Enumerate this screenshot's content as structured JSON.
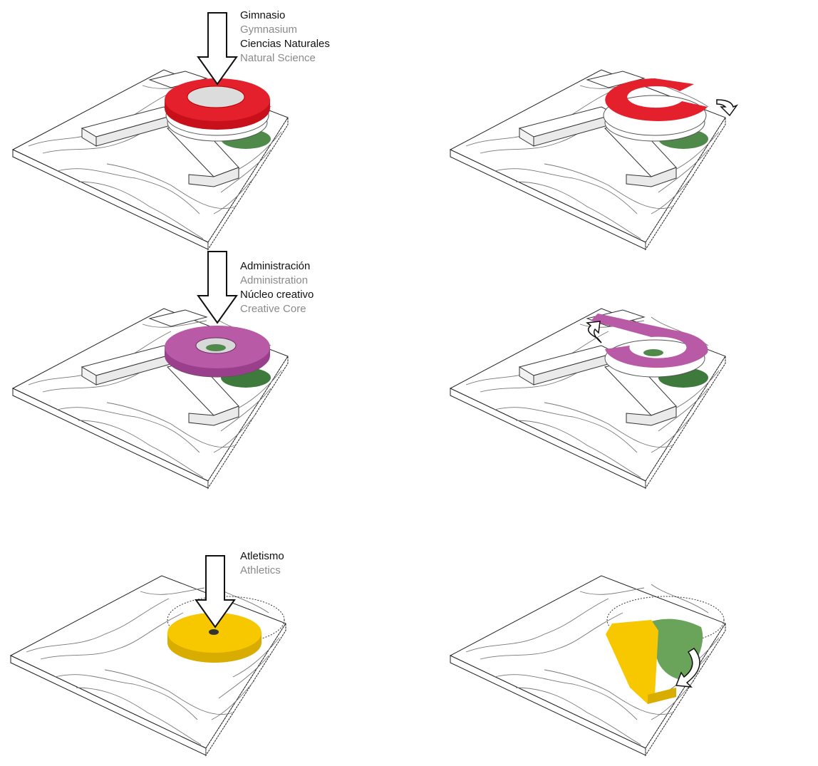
{
  "panels": [
    {
      "labels": [
        {
          "es": "Gimnasio",
          "en": "Gymnasium"
        },
        {
          "es": "Ciencias Naturales",
          "en": "Natural Science"
        }
      ],
      "color": "#e3202b"
    },
    {
      "labels": [
        {
          "es": "Administración",
          "en": "Administration"
        },
        {
          "es": "Núcleo creativo",
          "en": "Creative Core"
        }
      ],
      "color": "#b85aa6"
    },
    {
      "labels": [
        {
          "es": "Atletismo",
          "en": "Athletics"
        }
      ],
      "color": "#f7c800"
    }
  ],
  "colors": {
    "green": "#4f8a4a",
    "slab": "#ffffff",
    "line": "#333333"
  }
}
